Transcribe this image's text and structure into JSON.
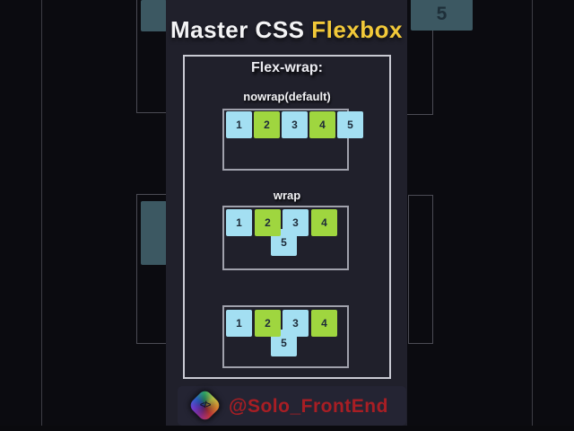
{
  "title": {
    "prefix": "Master CSS",
    "accent": "Flexbox"
  },
  "panel": {
    "heading": "Flex-wrap:"
  },
  "demos": [
    {
      "label": "nowrap(default)",
      "items": [
        "1",
        "2",
        "3",
        "4",
        "5"
      ]
    },
    {
      "label": "wrap",
      "items": [
        "1",
        "2",
        "3",
        "4",
        "5"
      ]
    },
    {
      "label": "",
      "items": [
        "1",
        "2",
        "3",
        "4",
        "5"
      ]
    }
  ],
  "background": {
    "overflow_item": "5"
  },
  "footer": {
    "handle": "@Solo_FrontEnd",
    "logo_glyph": "</>"
  },
  "colors": {
    "panel_bg": "#20202b",
    "outer_bg": "#0b0b10",
    "accent_yellow": "#f2c939",
    "item_blue": "#a3dff2",
    "item_green": "#9fd63f",
    "handle_red": "#a81e24",
    "dim_teal": "#3c5862"
  }
}
